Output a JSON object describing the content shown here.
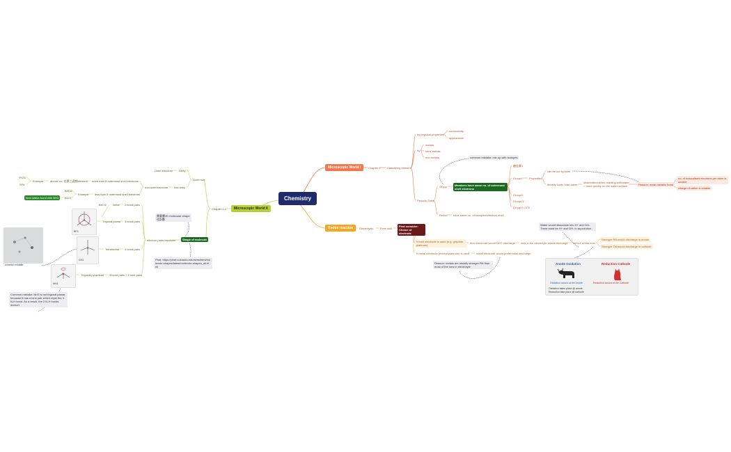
{
  "central": "Chemistry",
  "colors": {
    "central": "#1f2b6b",
    "orange": "#f07a4e",
    "lime": "#b6cf3a",
    "amber": "#f5a623",
    "dark_green": "#1c6a22",
    "maroon": "#6b1a1a"
  },
  "micro1": {
    "label": "Microscopic World I",
    "chapter": "Chapter 4",
    "classifying": "Classifying element",
    "by_physical": "by physical properties",
    "conductivity": "conductivity",
    "appearance": "appearance",
    "by": "by",
    "metals": "metals",
    "semi_metals": "semi-metals",
    "non_metals": "non-metals",
    "common_mistake": "common mistake: mix up with isotopes",
    "periodic_table": "Periodic Table",
    "group": "Group",
    "group_def": "Members have same no. of outermost shell electrons",
    "chinese_1": "鹼金屬 I",
    "group_i": "Group I",
    "properties": "Properties",
    "can_be_cut": "can be cut by knife",
    "density": "density lower than water",
    "observation": "observation when reacting with water = more quickly on the water surface",
    "reason": "Reason: weak metallic bond",
    "no_delocalised": "no. of delocalised electrons per atom is smaller",
    "charge_cation": "charge of cation is smaller",
    "group_ii": "Group II",
    "group_iv": "Group IV",
    "group_0": "Group 0 / VIII",
    "period": "Period",
    "period_def": "have same no. of occupied electron shell"
  },
  "micro2": {
    "label": "Microscopic World II",
    "chapter": "Chapter 2.4",
    "octet_rule": "Octet rule",
    "octet_structure": "Octet structure",
    "obey": "Obey",
    "not_obey": "Not obey",
    "non_octet": "non-octet structure",
    "more_than_8": "more than 8 outermost shell electrons",
    "atomic_no": "atomic no. 在第三週期element",
    "example": "Example",
    "pcl5": "PCl5",
    "sf6": "SF6",
    "less_than_8": "less than 8 outermost shell electrons",
    "example2": "Example",
    "becl2_a": "BeCl2",
    "bcl3_a": "BCl3",
    "dative": "form dative bond with NH3",
    "shape": "Shape of molecule",
    "shape_note": "需要畫3D molecular shape 也計數",
    "phet_note": "Phet: https://phet.colorado.edu/sims/html/molecule-shapes/latest/molecule-shapes_all.html",
    "repulsion": "electron pairs repulsion",
    "becl2": "BeCl2",
    "linear": "linear",
    "two_bond": "2 bond pairs",
    "trigonal_planar": "Trigonal planar",
    "three_bond": "3 bond pairs",
    "bf3": "BF3",
    "tetrahedral": "Tetrahedral",
    "four_bond": "4 bond pairs",
    "ch4": "CH4",
    "trigonal_pyramidal": "Trigonal pyramidal",
    "three_plus_one": "3 bond pairs + 1 lone pairs",
    "nh3": "NH3",
    "common_mistake_label": "common mistake",
    "nh3_note": "Common mistake: NH3 is not trigonal planar, because it has a lone pair which repel the 3 N-H bond. As a result, the 3 N-H bonds doesn't"
  },
  "redox": {
    "label": "Redox reaction",
    "electrolysis": "Electrolysis",
    "even_skill": "Even skill",
    "first_consider": "First consider: Choice of electrode",
    "inert_electrode": "If inert electrode is used (e.g. graphite, platinum)",
    "higher_nc": "then electrode would NOT discharge",
    "ions_discharge": "ions in the electrolyte would discharge",
    "list_ions": "list out all the ions",
    "stronger_ra": "Stronger RA would discharge in anode",
    "stronger_oa": "Stronger OA would discharge in cathode",
    "water_note": "Water would dissociate into H+ and OH-. There must be H+ and OH- in aq.solution.",
    "metal_electrode": "If metal electrode (except platinum) is used",
    "metal_discharge": "metal electrode would preferential discharge",
    "reason_note": "Reason: metals are usually stronger RA than most of the ions in electrolyte",
    "anode_title": "Anode Oxidation",
    "cathode_title": "Reduction Cathode",
    "anode_caption": "Oxidation occurs at the Anode",
    "cathode_caption": "Reduction occurs at the Cathode",
    "footer1": "Oxidation takes place @ anode",
    "footer2": "Reduction take place @ cathode"
  }
}
